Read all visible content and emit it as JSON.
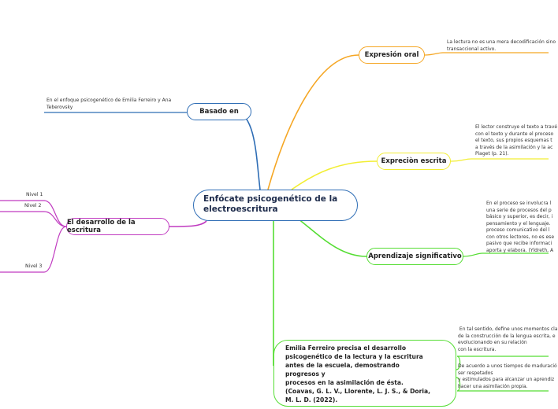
{
  "central": "Enfócate psicogenético de la electroescritura",
  "colors": {
    "blue": "#2e6db5",
    "orange": "#f5a623",
    "yellow": "#f2ee33",
    "green": "#55dd33",
    "purple": "#c03ac0"
  },
  "branches": {
    "basado_en": "Basado en",
    "expresion_oral": "Expresión oral",
    "expresion_escrita": "Expreciòn escrita",
    "aprendizaje": "Aprendizaje significativo",
    "desarrollo": "El desarrollo de la escritura"
  },
  "notes": {
    "basado_en": "En el enfoque psicogenético de Emilia Ferreiro y Ana\nTeberovsky",
    "expresion_oral": "La lectura no es una mera decodificación sino\ntransaccional activo.",
    "expresion_escrita": "El lector construye el texto a travé\ncon el texto y durante el proceso \nel texto, sus propios esquemas t\na través de la asimilación y la ac\nPiaget (p. 21).",
    "aprendizaje": "En el proceso se involucra l\nuna serie de procesos del p\nbásico y superior, es decir, i\npensamiento y el lenguaje. \nproceso comunicativo del l\ncon otros lectores, no es ese\npasivo que recibe informaci\naporta y elabora. (Yldreth, A",
    "momentos": " En tal sentido, define unos momentos cla\nde la construcción de la lengua escrita, e\nevolucionando en su relación\ncon la escritura.",
    "tiempos": "De acuerdo a unos tiempos de maduració\nser respetados\ny estimulados para alcanzar un aprendiz\nhacer una asimilación propia."
  },
  "levels": [
    "Nivel 1",
    "Nivel 2",
    "Nivel 3"
  ],
  "ferreiro": "Emilia Ferreiro precisa el desarrollo\npsicogenético de la lectura y la escritura\nantes de la escuela, demostrando\nprogresos y\nprocesos en la asimilación de ésta.\n(Coavas, G. L. V., Llorente, L. J. S., & Doria,\nM. L. D. (2022)."
}
